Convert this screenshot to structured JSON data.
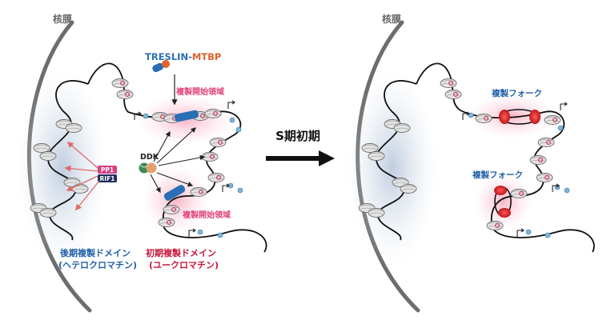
{
  "left_panel": {
    "membrane_label": "核膜",
    "protein_complex": {
      "part1": "TRESLIN-",
      "part2": "MTBP"
    },
    "origin_label_top": "複製開始領域",
    "origin_label_bottom": "複製開始領域",
    "kinase_label": "DDK",
    "phosphatase": {
      "line1": "PP1",
      "line2": "RIF1"
    },
    "late_domain": {
      "line1": "後期複製ドメイン",
      "line2": "(ヘテロクロマチン)"
    },
    "early_domain": {
      "line1": "初期複製ドメイン",
      "line2": "(ユークロマチン)"
    }
  },
  "transition": {
    "label": "S期初期"
  },
  "right_panel": {
    "membrane_label": "核膜",
    "fork_label_top": "複製フォーク",
    "fork_label_bottom": "複製フォーク"
  },
  "colors": {
    "late_blue": "#1f5fa8",
    "early_red": "#c8143c",
    "origin_pink": "#e0457b",
    "mtbp_orange": "#e0622a",
    "treslin_blue": "#2a6fb5",
    "pp1_pink": "#d6407f",
    "rif1_navy": "#1d2f5c"
  }
}
